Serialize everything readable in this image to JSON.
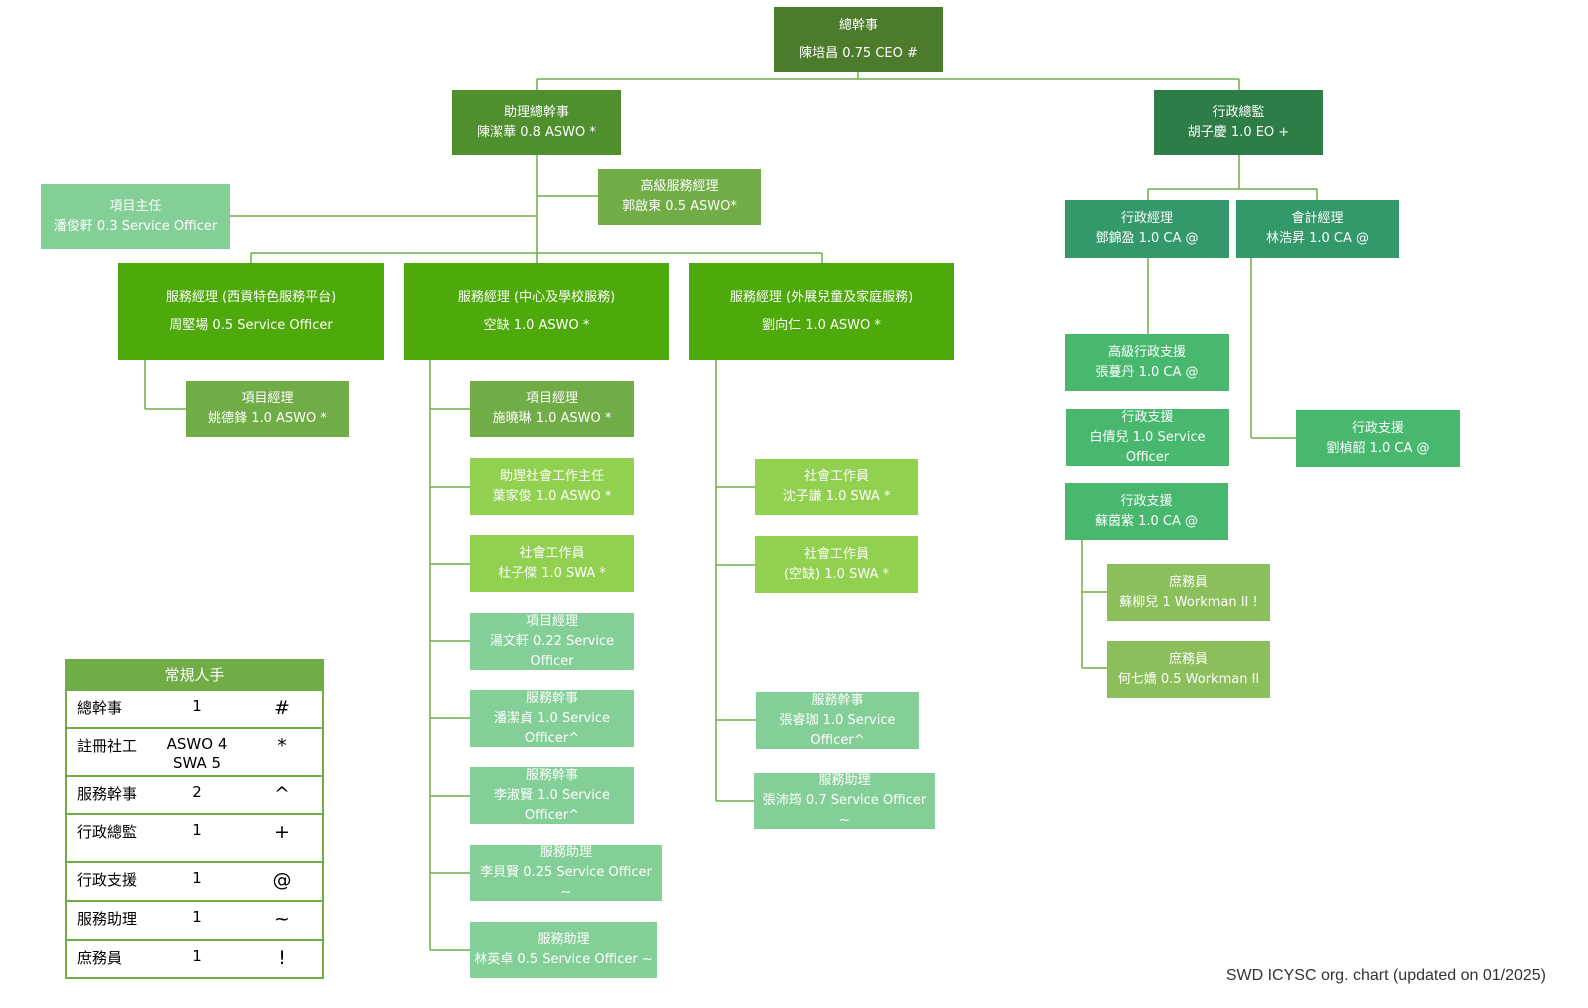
{
  "chart": {
    "ceo": {
      "title": "總幹事",
      "person": "陳培昌 0.75 CEO #"
    },
    "aswo": {
      "title": "助理總幹事",
      "person": "陳潔華 0.8 ASWO *"
    },
    "eo": {
      "title": "行政總監",
      "person": "胡子慶 1.0 EO +"
    },
    "senior_service_manager": {
      "title": "高級服務經理",
      "person": "郭啟東 0.5 ASWO*"
    },
    "project_director": {
      "title": "項目主任",
      "person": "潘俊軒 0.3 Service Officer"
    },
    "sm_west": {
      "title": "服務經理 (西貢特色服務平台)",
      "person": "周堅場 0.5 Service Officer"
    },
    "sm_center": {
      "title": "服務經理 (中心及學校服務)",
      "person": "空缺 1.0 ASWO *"
    },
    "sm_outreach": {
      "title": "服務經理 (外展兒童及家庭服務)",
      "person": "劉向仁 1.0 ASWO *"
    },
    "west_team": [
      {
        "title": "項目經理",
        "person": "姚德鋒 1.0 ASWO *"
      }
    ],
    "center_team": [
      {
        "title": "項目經理",
        "person": "施曉琳 1.0 ASWO *"
      },
      {
        "title": "助理社會工作主任",
        "person": "葉家俊 1.0 ASWO *"
      },
      {
        "title": "社會工作員",
        "person": "杜子傑 1.0 SWA *"
      },
      {
        "title": "項目經理",
        "person": "湯文軒 0.22 Service Officer"
      },
      {
        "title": "服務幹事",
        "person": "潘潔貞 1.0 Service Officer^"
      },
      {
        "title": "服務幹事",
        "person": "李淑賢 1.0 Service Officer^"
      },
      {
        "title": "服務助理",
        "person": "李貝賢 0.25 Service Officer ~"
      },
      {
        "title": "服務助理",
        "person": "林英卓 0.5 Service Officer ~"
      }
    ],
    "outreach_team": [
      {
        "title": "社會工作員",
        "person": "沈子謙 1.0 SWA *"
      },
      {
        "title": "社會工作員",
        "person": "(空缺) 1.0 SWA *"
      },
      {
        "title": "服務幹事",
        "person": "張睿珈 1.0 Service Officer^"
      },
      {
        "title": "服務助理",
        "person": "張沛筠 0.7 Service Officer ~"
      }
    ],
    "admin_manager": {
      "title": "行政經理",
      "person": "鄧錦盈 1.0 CA @"
    },
    "accounts_manager": {
      "title": "會計經理",
      "person": "林浩昇 1.0 CA @"
    },
    "admin_team": [
      {
        "title": "高級行政支援",
        "person": "張蔓丹 1.0 CA @"
      },
      {
        "title": "行政支援",
        "person": "白倩兒 1.0 Service Officer"
      },
      {
        "title": "行政支援",
        "person": "蘇茵紫 1.0 CA @"
      },
      {
        "title": "庶務員",
        "person": "蘇柳兒 1 Workman II !"
      },
      {
        "title": "庶務員",
        "person": "何七嬌 0.5 Workman II"
      }
    ],
    "accounts_team": [
      {
        "title": "行政支援",
        "person": "劉楨韶 1.0 CA @"
      }
    ]
  },
  "legend": {
    "title": "常規人手",
    "rows": [
      {
        "role": "總幹事",
        "count": "1",
        "symbol": "#"
      },
      {
        "role": "註冊社工",
        "count": "ASWO 4\nSWA 5",
        "symbol": "*"
      },
      {
        "role": "服務幹事",
        "count": "2",
        "symbol": "^"
      },
      {
        "role": "行政總監",
        "count": "1",
        "symbol": "+"
      },
      {
        "role": "行政支援",
        "count": "1",
        "symbol": "@"
      },
      {
        "role": "服務助理",
        "count": "1",
        "symbol": "~"
      },
      {
        "role": "庶務員",
        "count": "1",
        "symbol": "!"
      }
    ]
  },
  "footer": "SWD ICYSC org. chart (updated on 01/2025)",
  "colors": {
    "line": "#70ad47",
    "ceo": "#4d7b2c",
    "service_manager": "#4ea90a",
    "light_green": "#92d050",
    "mint": "#84cf97"
  }
}
